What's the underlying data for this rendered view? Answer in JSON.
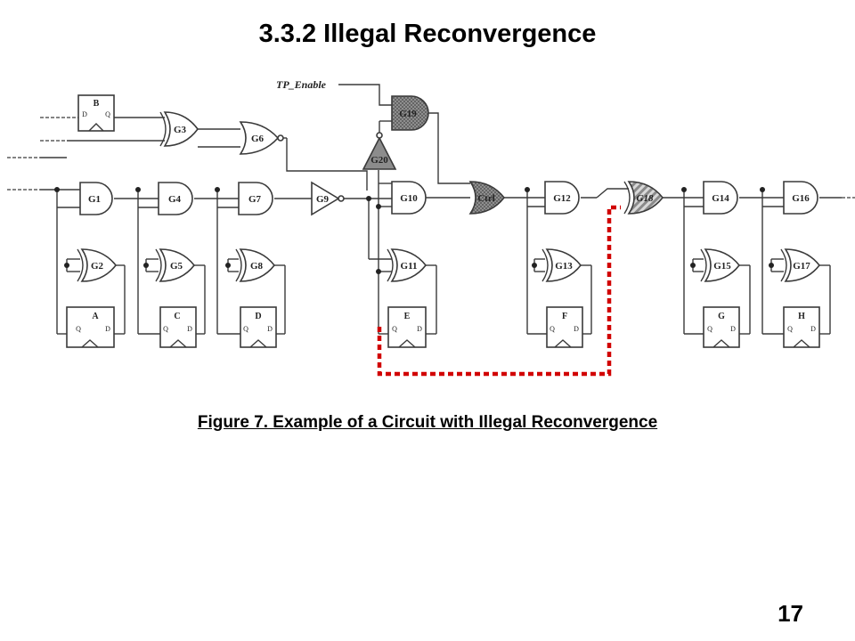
{
  "title": "3.3.2 Illegal Reconvergence",
  "caption": "Figure 7. Example of a Circuit with Illegal Reconvergence",
  "page_number": "17",
  "signal_label": "TP_Enable",
  "gates": {
    "g1": "G1",
    "g2": "G2",
    "g3": "G3",
    "g4": "G4",
    "g5": "G5",
    "g6": "G6",
    "g7": "G7",
    "g8": "G8",
    "g9": "G9",
    "g10": "G10",
    "g11": "G11",
    "g12": "G12",
    "g13": "G13",
    "g14": "G14",
    "g15": "G15",
    "g16": "G16",
    "g17": "G17",
    "g18": "G18",
    "g19": "G19",
    "g20": "G20",
    "ctrl": "Ctrl"
  },
  "flipflops": {
    "a": "A",
    "b": "B",
    "c": "C",
    "d": "D",
    "e": "E",
    "f": "F",
    "g": "G",
    "h": "H"
  },
  "pins": {
    "q": "Q",
    "d": "D"
  },
  "colors": {
    "highlight_path": "#d10000",
    "shaded_gate": "#8c8c8c",
    "wire": "#3a3a3a"
  }
}
